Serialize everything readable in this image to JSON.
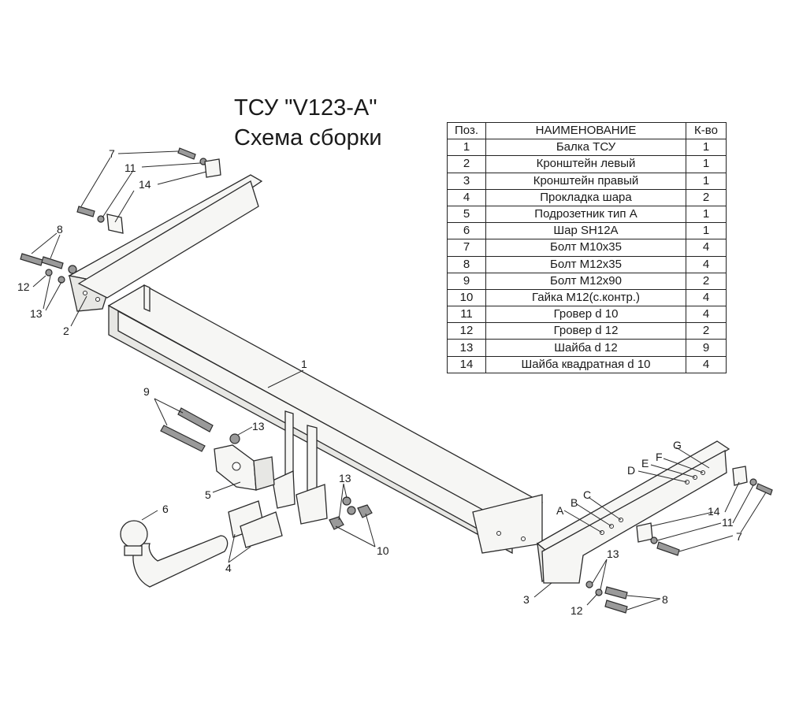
{
  "title": {
    "line1": "ТСУ \"V123-A\"",
    "line2": "Схема сборки"
  },
  "table": {
    "headers": [
      "Поз.",
      "НАИМЕНОВАНИЕ",
      "К-во"
    ],
    "rows": [
      [
        "1",
        "Балка ТСУ",
        "1"
      ],
      [
        "2",
        "Кронштейн левый",
        "1"
      ],
      [
        "3",
        "Кронштейн правый",
        "1"
      ],
      [
        "4",
        "Прокладка шара",
        "2"
      ],
      [
        "5",
        "Подрозетник тип А",
        "1"
      ],
      [
        "6",
        "Шар SH12A",
        "1"
      ],
      [
        "7",
        "Болт М10x35",
        "4"
      ],
      [
        "8",
        "Болт М12x35",
        "4"
      ],
      [
        "9",
        "Болт М12x90",
        "2"
      ],
      [
        "10",
        "Гайка М12(с.контр.)",
        "4"
      ],
      [
        "11",
        "Гровер d 10",
        "4"
      ],
      [
        "12",
        "Гровер d 12",
        "2"
      ],
      [
        "13",
        "Шайба d 12",
        "9"
      ],
      [
        "14",
        "Шайба квадратная d 10",
        "4"
      ]
    ]
  },
  "callouts": {
    "c1": "1",
    "c2": "2",
    "c3": "3",
    "c4": "4",
    "c5": "5",
    "c6": "6",
    "c7a": "7",
    "c7b": "7",
    "c8a": "8",
    "c8b": "8",
    "c9": "9",
    "c10": "10",
    "c11a": "11",
    "c11b": "11",
    "c12a": "12",
    "c12b": "12",
    "c13a": "13",
    "c13b": "13",
    "c13c": "13",
    "c13d": "13",
    "c14a": "14",
    "c14b": "14",
    "A": "A",
    "B": "B",
    "C": "C",
    "D": "D",
    "E": "E",
    "F": "F",
    "G": "G"
  }
}
